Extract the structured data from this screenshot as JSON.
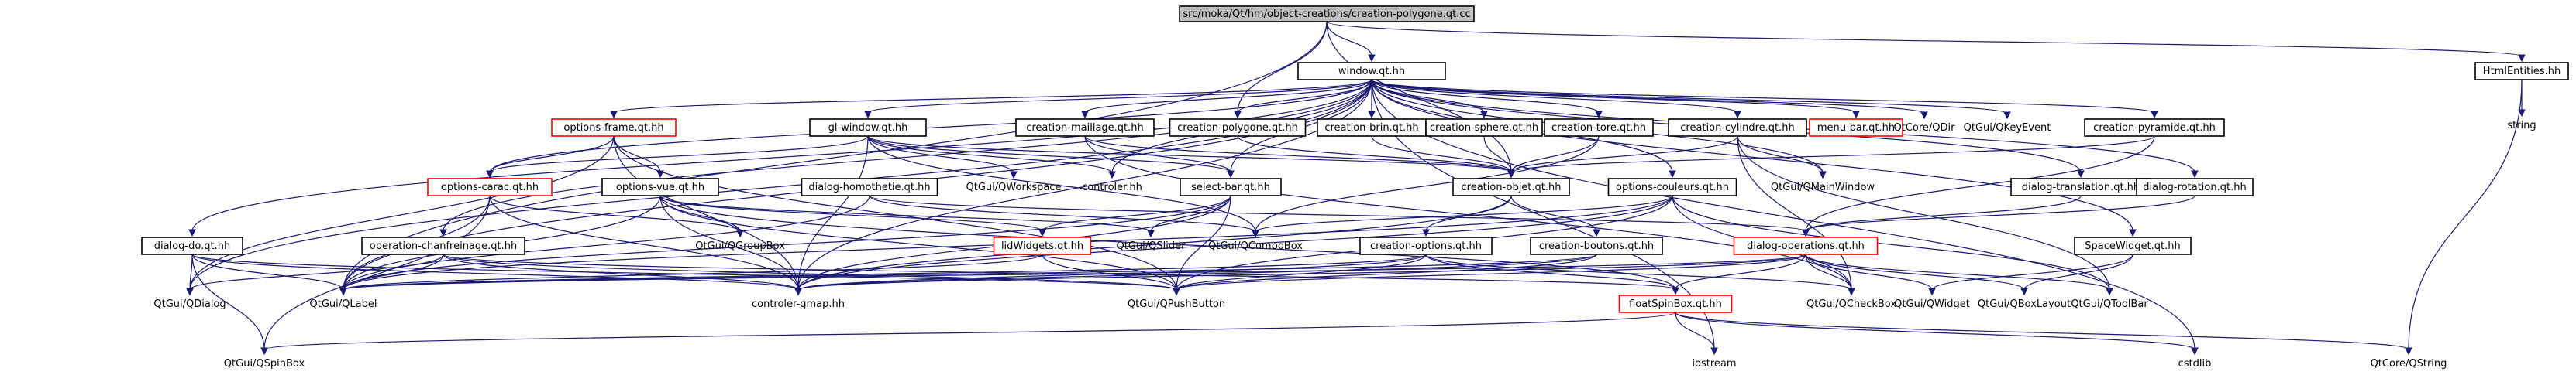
{
  "graph": {
    "nodes": [
      {
        "id": "root",
        "label": "src/moka/Qt/hm/object-creations/creation-polygone.qt.cc",
        "style": "root"
      },
      {
        "id": "window",
        "label": "window.qt.hh",
        "style": "box"
      },
      {
        "id": "htmlent",
        "label": "HtmlEntities.hh",
        "style": "box"
      },
      {
        "id": "string",
        "label": "string",
        "style": "plain"
      },
      {
        "id": "options_frame",
        "label": "options-frame.qt.hh",
        "style": "red"
      },
      {
        "id": "gl_window",
        "label": "gl-window.qt.hh",
        "style": "box"
      },
      {
        "id": "creation_maillage",
        "label": "creation-maillage.qt.hh",
        "style": "box"
      },
      {
        "id": "creation_polygone",
        "label": "creation-polygone.qt.hh",
        "style": "box"
      },
      {
        "id": "creation_brin",
        "label": "creation-brin.qt.hh",
        "style": "box"
      },
      {
        "id": "creation_sphere",
        "label": "creation-sphere.qt.hh",
        "style": "box"
      },
      {
        "id": "creation_tore",
        "label": "creation-tore.qt.hh",
        "style": "box"
      },
      {
        "id": "creation_cylindre",
        "label": "creation-cylindre.qt.hh",
        "style": "box"
      },
      {
        "id": "menu_bar",
        "label": "menu-bar.qt.hh",
        "style": "red"
      },
      {
        "id": "qdir",
        "label": "QtCore/QDir",
        "style": "plain"
      },
      {
        "id": "qkeyevent",
        "label": "QtGui/QKeyEvent",
        "style": "plain"
      },
      {
        "id": "creation_pyramide",
        "label": "creation-pyramide.qt.hh",
        "style": "box"
      },
      {
        "id": "options_carac",
        "label": "options-carac.qt.hh",
        "style": "red"
      },
      {
        "id": "options_vue",
        "label": "options-vue.qt.hh",
        "style": "box"
      },
      {
        "id": "qworkspace",
        "label": "QtGui/QWorkspace",
        "style": "plain"
      },
      {
        "id": "controler_hh",
        "label": "controler.hh",
        "style": "plain"
      },
      {
        "id": "dialog_homothetie",
        "label": "dialog-homothetie.qt.hh",
        "style": "box"
      },
      {
        "id": "select_bar",
        "label": "select-bar.qt.hh",
        "style": "box"
      },
      {
        "id": "creation_objet",
        "label": "creation-objet.qt.hh",
        "style": "box"
      },
      {
        "id": "qmainwindow",
        "label": "QtGui/QMainWindow",
        "style": "plain"
      },
      {
        "id": "dialog_translation",
        "label": "dialog-translation.qt.hh",
        "style": "box"
      },
      {
        "id": "dialog_rotation",
        "label": "dialog-rotation.qt.hh",
        "style": "box"
      },
      {
        "id": "options_couleurs",
        "label": "options-couleurs.qt.hh",
        "style": "box"
      },
      {
        "id": "dialog_do",
        "label": "dialog-do.qt.hh",
        "style": "box"
      },
      {
        "id": "operation_chanfreinage",
        "label": "operation-chanfreinage.qt.hh",
        "style": "box"
      },
      {
        "id": "qgroupbox",
        "label": "QtGui/QGroupBox",
        "style": "plain"
      },
      {
        "id": "lidwidgets",
        "label": "lidWidgets.qt.hh",
        "style": "red"
      },
      {
        "id": "qslider",
        "label": "QtGui/QSlider",
        "style": "plain"
      },
      {
        "id": "qcombobox",
        "label": "QtGui/QComboBox",
        "style": "plain"
      },
      {
        "id": "creation_options",
        "label": "creation-options.qt.hh",
        "style": "box"
      },
      {
        "id": "creation_boutons",
        "label": "creation-boutons.qt.hh",
        "style": "box"
      },
      {
        "id": "dialog_operations",
        "label": "dialog-operations.qt.hh",
        "style": "red"
      },
      {
        "id": "spacewidget",
        "label": "SpaceWidget.qt.hh",
        "style": "box"
      },
      {
        "id": "qdialog",
        "label": "QtGui/QDialog",
        "style": "plain"
      },
      {
        "id": "qlabel",
        "label": "QtGui/QLabel",
        "style": "plain"
      },
      {
        "id": "controler_gmap",
        "label": "controler-gmap.hh",
        "style": "plain"
      },
      {
        "id": "qpushbutton",
        "label": "QtGui/QPushButton",
        "style": "plain"
      },
      {
        "id": "floatspinbox",
        "label": "floatSpinBox.qt.hh",
        "style": "red"
      },
      {
        "id": "qcheckbox",
        "label": "QtGui/QCheckBox",
        "style": "plain"
      },
      {
        "id": "qwidget",
        "label": "QtGui/QWidget",
        "style": "plain"
      },
      {
        "id": "qboxlayout",
        "label": "QtGui/QBoxLayout",
        "style": "plain"
      },
      {
        "id": "qtoolbar",
        "label": "QtGui/QToolBar",
        "style": "plain"
      },
      {
        "id": "qspinbox",
        "label": "QtGui/QSpinBox",
        "style": "plain"
      },
      {
        "id": "iostream",
        "label": "iostream",
        "style": "plain"
      },
      {
        "id": "cstdlib",
        "label": "cstdlib",
        "style": "plain"
      },
      {
        "id": "qstring",
        "label": "QtCore/QString",
        "style": "plain"
      }
    ],
    "edges": [
      [
        "root",
        "window"
      ],
      [
        "root",
        "htmlent"
      ],
      [
        "root",
        "creation_polygone"
      ],
      [
        "root",
        "creation_objet"
      ],
      [
        "root",
        "qlabel"
      ],
      [
        "htmlent",
        "string"
      ],
      [
        "htmlent",
        "qstring"
      ],
      [
        "window",
        "options_frame"
      ],
      [
        "window",
        "gl_window"
      ],
      [
        "window",
        "creation_maillage"
      ],
      [
        "window",
        "creation_polygone"
      ],
      [
        "window",
        "creation_brin"
      ],
      [
        "window",
        "creation_sphere"
      ],
      [
        "window",
        "creation_tore"
      ],
      [
        "window",
        "creation_cylindre"
      ],
      [
        "window",
        "menu_bar"
      ],
      [
        "window",
        "qdir"
      ],
      [
        "window",
        "qkeyevent"
      ],
      [
        "window",
        "creation_pyramide"
      ],
      [
        "window",
        "options_carac"
      ],
      [
        "window",
        "dialog_do"
      ],
      [
        "window",
        "operation_chanfreinage"
      ],
      [
        "window",
        "select_bar"
      ],
      [
        "window",
        "controler_hh"
      ],
      [
        "window",
        "dialog_translation"
      ],
      [
        "window",
        "dialog_rotation"
      ],
      [
        "window",
        "options_couleurs"
      ],
      [
        "window",
        "spacewidget"
      ],
      [
        "window",
        "qmainwindow"
      ],
      [
        "window",
        "iostream"
      ],
      [
        "window",
        "cstdlib"
      ],
      [
        "window",
        "qlabel"
      ],
      [
        "window",
        "qdialog"
      ],
      [
        "window",
        "controler_gmap"
      ],
      [
        "options_frame",
        "options_carac"
      ],
      [
        "options_frame",
        "options_vue"
      ],
      [
        "options_frame",
        "qdialog"
      ],
      [
        "options_frame",
        "controler_gmap"
      ],
      [
        "options_frame",
        "qpushbutton"
      ],
      [
        "gl_window",
        "options_carac"
      ],
      [
        "gl_window",
        "qworkspace"
      ],
      [
        "gl_window",
        "controler_hh"
      ],
      [
        "gl_window",
        "select_bar"
      ],
      [
        "gl_window",
        "creation_objet"
      ],
      [
        "gl_window",
        "controler_gmap"
      ],
      [
        "gl_window",
        "qcombobox"
      ],
      [
        "creation_maillage",
        "creation_objet"
      ],
      [
        "creation_maillage",
        "select_bar"
      ],
      [
        "creation_maillage",
        "qcheckbox"
      ],
      [
        "creation_polygone",
        "creation_objet"
      ],
      [
        "creation_brin",
        "creation_objet"
      ],
      [
        "creation_sphere",
        "creation_objet"
      ],
      [
        "creation_tore",
        "creation_objet"
      ],
      [
        "creation_tore",
        "qcombobox"
      ],
      [
        "creation_cylindre",
        "creation_objet"
      ],
      [
        "creation_cylindre",
        "qmainwindow"
      ],
      [
        "creation_cylindre",
        "qcheckbox"
      ],
      [
        "creation_cylindre",
        "qtoolbar"
      ],
      [
        "creation_pyramide",
        "creation_objet"
      ],
      [
        "creation_pyramide",
        "dialog_operations"
      ],
      [
        "options_carac",
        "qgroupbox"
      ],
      [
        "options_carac",
        "qlabel"
      ],
      [
        "options_carac",
        "controler_gmap"
      ],
      [
        "options_carac",
        "qspinbox"
      ],
      [
        "options_vue",
        "qgroupbox"
      ],
      [
        "options_vue",
        "qslider"
      ],
      [
        "options_vue",
        "lidwidgets"
      ],
      [
        "options_vue",
        "qlabel"
      ],
      [
        "options_vue",
        "controler_gmap"
      ],
      [
        "options_vue",
        "qpushbutton"
      ],
      [
        "options_vue",
        "floatspinbox"
      ],
      [
        "dialog_homothetie",
        "qlabel"
      ],
      [
        "dialog_homothetie",
        "qcombobox"
      ],
      [
        "dialog_homothetie",
        "dialog_operations"
      ],
      [
        "select_bar",
        "lidwidgets"
      ],
      [
        "select_bar",
        "qslider"
      ],
      [
        "select_bar",
        "controler_gmap"
      ],
      [
        "select_bar",
        "qpushbutton"
      ],
      [
        "select_bar",
        "qlabel"
      ],
      [
        "creation_objet",
        "creation_options"
      ],
      [
        "creation_objet",
        "creation_boutons"
      ],
      [
        "creation_objet",
        "controler_gmap"
      ],
      [
        "dialog_translation",
        "dialog_operations"
      ],
      [
        "dialog_rotation",
        "dialog_operations"
      ],
      [
        "options_couleurs",
        "qcombobox"
      ],
      [
        "options_couleurs",
        "qlabel"
      ],
      [
        "options_couleurs",
        "controler_gmap"
      ],
      [
        "options_couleurs",
        "qpushbutton"
      ],
      [
        "options_couleurs",
        "qtoolbar"
      ],
      [
        "options_couleurs",
        "qcheckbox"
      ],
      [
        "dialog_do",
        "qdialog"
      ],
      [
        "dialog_do",
        "qlabel"
      ],
      [
        "dialog_do",
        "qspinbox"
      ],
      [
        "dialog_do",
        "controler_gmap"
      ],
      [
        "dialog_do",
        "qpushbutton"
      ],
      [
        "operation_chanfreinage",
        "qdialog"
      ],
      [
        "operation_chanfreinage",
        "qlabel"
      ],
      [
        "operation_chanfreinage",
        "controler_gmap"
      ],
      [
        "operation_chanfreinage",
        "qpushbutton"
      ],
      [
        "operation_chanfreinage",
        "floatspinbox"
      ],
      [
        "lidwidgets",
        "qpushbutton"
      ],
      [
        "lidwidgets",
        "qlabel"
      ],
      [
        "creation_options",
        "qlabel"
      ],
      [
        "creation_options",
        "qpushbutton"
      ],
      [
        "creation_options",
        "qcheckbox"
      ],
      [
        "creation_options",
        "floatspinbox"
      ],
      [
        "creation_options",
        "controler_gmap"
      ],
      [
        "creation_boutons",
        "qpushbutton"
      ],
      [
        "creation_boutons",
        "qlabel"
      ],
      [
        "creation_boutons",
        "controler_gmap"
      ],
      [
        "dialog_operations",
        "floatspinbox"
      ],
      [
        "dialog_operations",
        "qcheckbox"
      ],
      [
        "dialog_operations",
        "qwidget"
      ],
      [
        "dialog_operations",
        "qboxlayout"
      ],
      [
        "dialog_operations",
        "qtoolbar"
      ],
      [
        "dialog_operations",
        "qlabel"
      ],
      [
        "dialog_operations",
        "qpushbutton"
      ],
      [
        "dialog_operations",
        "controler_gmap"
      ],
      [
        "spacewidget",
        "qwidget"
      ],
      [
        "spacewidget",
        "qboxlayout"
      ],
      [
        "floatspinbox",
        "qspinbox"
      ],
      [
        "floatspinbox",
        "iostream"
      ],
      [
        "floatspinbox",
        "cstdlib"
      ],
      [
        "floatspinbox",
        "qstring"
      ]
    ]
  }
}
